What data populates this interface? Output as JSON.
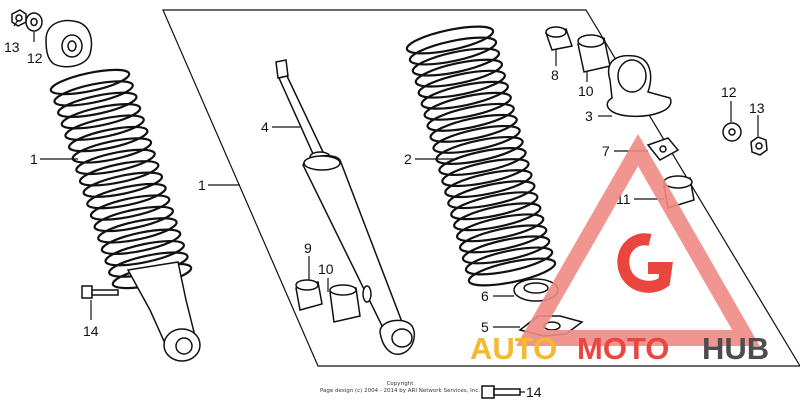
{
  "diagram": {
    "callouts": [
      {
        "id": "c13a",
        "text": "13"
      },
      {
        "id": "c12a",
        "text": "12"
      },
      {
        "id": "c1a",
        "text": "1"
      },
      {
        "id": "c14a",
        "text": "14"
      },
      {
        "id": "c1b",
        "text": "1"
      },
      {
        "id": "c4",
        "text": "4"
      },
      {
        "id": "c9",
        "text": "9"
      },
      {
        "id": "c10a",
        "text": "10"
      },
      {
        "id": "c2",
        "text": "2"
      },
      {
        "id": "c8",
        "text": "8"
      },
      {
        "id": "c10b",
        "text": "10"
      },
      {
        "id": "c3",
        "text": "3"
      },
      {
        "id": "c12b",
        "text": "12"
      },
      {
        "id": "c13b",
        "text": "13"
      },
      {
        "id": "c7",
        "text": "7"
      },
      {
        "id": "c11",
        "text": "11"
      },
      {
        "id": "c6",
        "text": "6"
      },
      {
        "id": "c5",
        "text": "5"
      },
      {
        "id": "c14b",
        "text": "14"
      }
    ],
    "copyright_line1": "Copyright",
    "copyright_line2": "Page design (c) 2004 - 2014 by ARI Network Services, Inc."
  },
  "watermark": {
    "word1": "AUTO",
    "word2": "MOTO",
    "word3": "HUB",
    "colors": {
      "orange": "#f5b21a",
      "red": "#e8322c",
      "gray": "#3a3a3a",
      "pink": "#f08a86"
    }
  }
}
